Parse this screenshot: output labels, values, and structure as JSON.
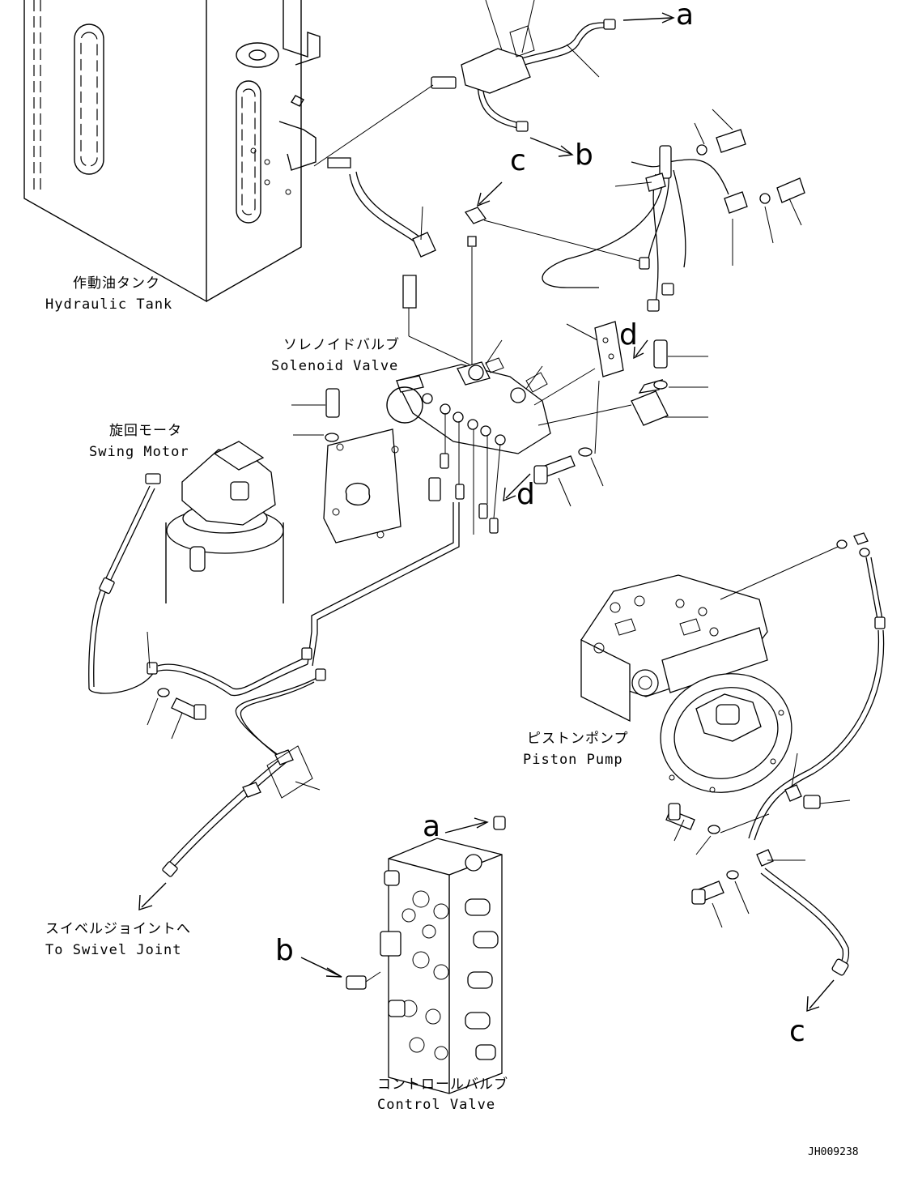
{
  "labels": {
    "hydraulic_tank_jp": "作動油タンク",
    "hydraulic_tank_en": "Hydraulic Tank",
    "solenoid_valve_jp": "ソレノイドバルブ",
    "solenoid_valve_en": "Solenoid Valve",
    "swing_motor_jp": "旋回モータ",
    "swing_motor_en": "Swing Motor",
    "piston_pump_jp": "ピストンポンプ",
    "piston_pump_en": "Piston Pump",
    "swivel_joint_jp": "スイベルジョイントへ",
    "swivel_joint_en": "To Swivel Joint",
    "control_valve_jp": "コントロールバルブ",
    "control_valve_en": "Control Valve"
  },
  "connection_markers": {
    "a": "a",
    "b": "b",
    "c": "c",
    "d": "d"
  },
  "drawing_code": "JH009238"
}
